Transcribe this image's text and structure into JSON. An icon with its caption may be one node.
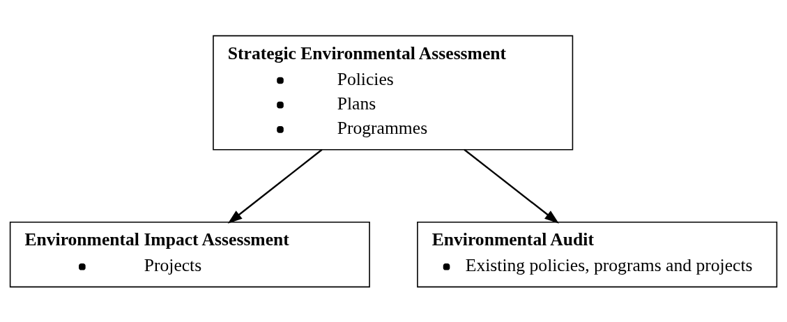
{
  "diagram": {
    "nodes": [
      {
        "text": [
          "Strategic Environmental Assessment",
          "Policies",
          "Plans",
          "Programmes"
        ]
      },
      {
        "text": [
          "Environmental Impact Assessment",
          "Projects"
        ]
      },
      {
        "text": [
          "Environmental Audit",
          "Existing policies, programs and projects"
        ]
      }
    ],
    "edges": [
      {
        "from": 0,
        "to": 1,
        "arrow": "to"
      },
      {
        "from": 0,
        "to": 2,
        "arrow": "to"
      }
    ]
  }
}
